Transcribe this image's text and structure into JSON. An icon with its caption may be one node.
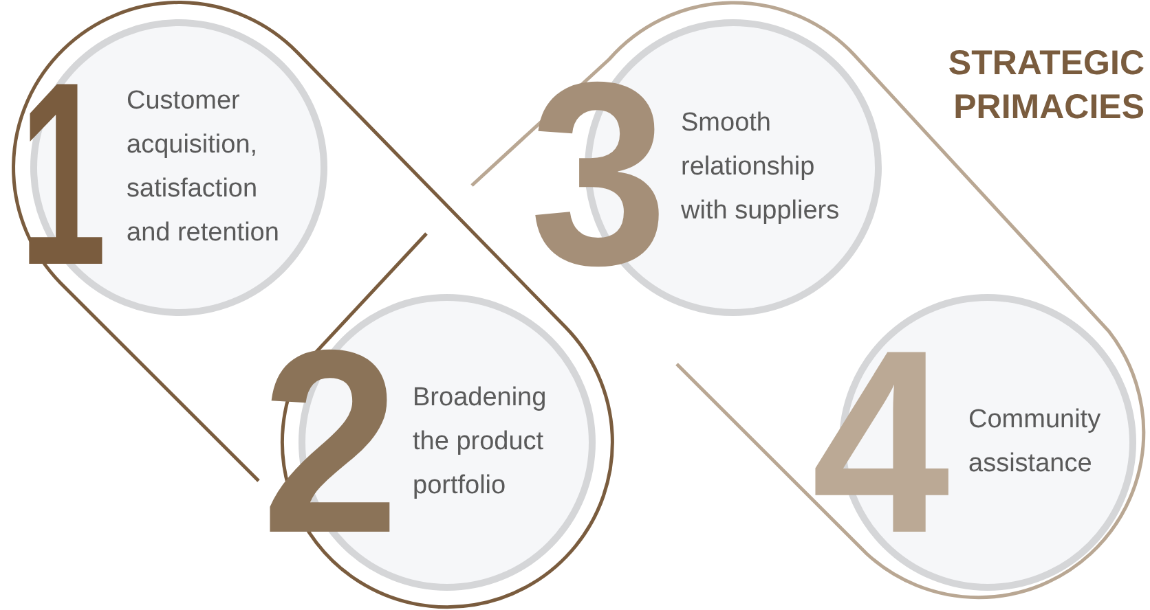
{
  "diagram": {
    "title": "STRATEGIC PRIMACIES",
    "nodes": [
      {
        "text": [
          "1",
          "Customer acquisition, satisfaction and retention"
        ]
      },
      {
        "text": [
          "2",
          "Broadening the product portfolio"
        ]
      },
      {
        "text": [
          "3",
          "Smooth relationship with suppliers"
        ]
      },
      {
        "text": [
          "4",
          "Community assistance"
        ]
      }
    ]
  }
}
